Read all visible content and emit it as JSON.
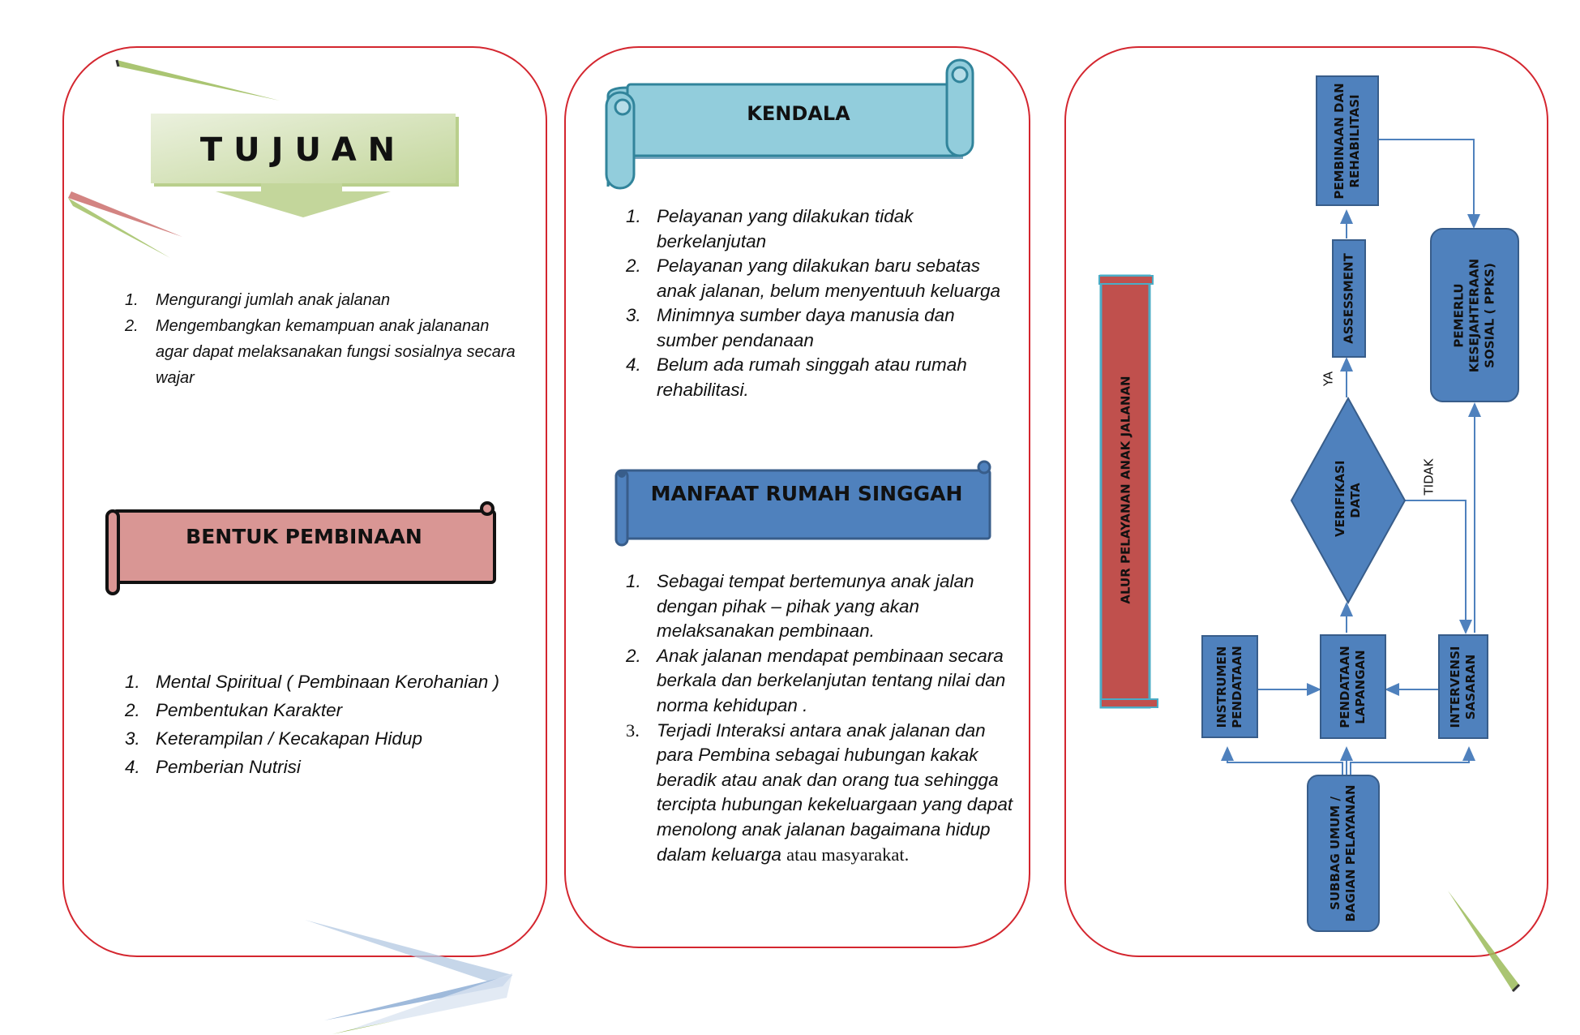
{
  "tujuan": {
    "heading": "TUJUAN",
    "items": [
      {
        "num": "1.",
        "text": "Mengurangi jumlah anak jalanan"
      },
      {
        "num": "2.",
        "text": "Mengembangkan kemampuan anak jalananan agar dapat melaksanakan fungsi sosialnya secara wajar"
      }
    ]
  },
  "bentuk_pembinaan": {
    "heading": "BENTUK PEMBINAAN",
    "items": [
      {
        "num": "1.",
        "text": "Mental Spiritual ( Pembinaan Kerohanian )"
      },
      {
        "num": "2.",
        "text": "Pembentukan Karakter"
      },
      {
        "num": "3.",
        "text": "Keterampilan / Kecakapan Hidup"
      },
      {
        "num": "4.",
        "text": "Pemberian Nutrisi"
      }
    ]
  },
  "kendala": {
    "heading": "KENDALA",
    "items": [
      {
        "num": "1.",
        "text": "Pelayanan yang dilakukan tidak berkelanjutan"
      },
      {
        "num": "2.",
        "text": "Pelayanan yang dilakukan baru sebatas anak jalanan, belum menyentuuh keluarga"
      },
      {
        "num": "3.",
        "text": "Minimnya sumber daya manusia dan sumber pendanaan"
      },
      {
        "num": "4.",
        "text": "Belum ada rumah singgah atau rumah rehabilitasi."
      }
    ]
  },
  "manfaat": {
    "heading": "MANFAAT RUMAH SINGGAH",
    "items": [
      {
        "num": "1.",
        "text": "Sebagai tempat bertemunya anak jalan dengan pihak – pihak yang akan melaksanakan pembinaan."
      },
      {
        "num": "2.",
        "text": "Anak jalanan mendapat pembinaan secara berkala dan berkelanjutan tentang nilai dan norma kehidupan ."
      },
      {
        "num": "3.",
        "text": "Terjadi Interaksi antara anak jalanan dan para Pembina sebagai hubungan kakak beradik atau anak dan orang tua sehingga tercipta hubungan kekeluargaan yang dapat menolong anak jalanan bagaimana hidup dalam keluarga",
        "tail": "atau masyarakat."
      }
    ]
  },
  "alur": {
    "title": "ALUR PELAYANAN ANAK JALANAN",
    "pembinaan": "PEMBINAAN DAN REHABILITASI",
    "assessment": "ASSESSMENT",
    "ppks": "PEMERLU KESEJAHTERAAN SOSIAL ( PPKS)",
    "verifikasi": "VERIFIKASI DATA",
    "ya": "YA",
    "tidak": "TIDAK",
    "instrumen": "INSTRUMEN PENDATAAN",
    "pendataan": "PENDATAAN LAPANGAN",
    "intervensi": "INTERVENSI SASARAN",
    "subbag": "SUBBAG UMUM / BAGIAN PELAYANAN"
  },
  "colors": {
    "panel_border": "#d4262f",
    "flow_blue": "#4f81bd",
    "scroll_cyan": "#92cddc",
    "scroll_pink": "#d99694",
    "scroll_red": "#c0504d",
    "tujuan_green": "#d7e4bd"
  }
}
